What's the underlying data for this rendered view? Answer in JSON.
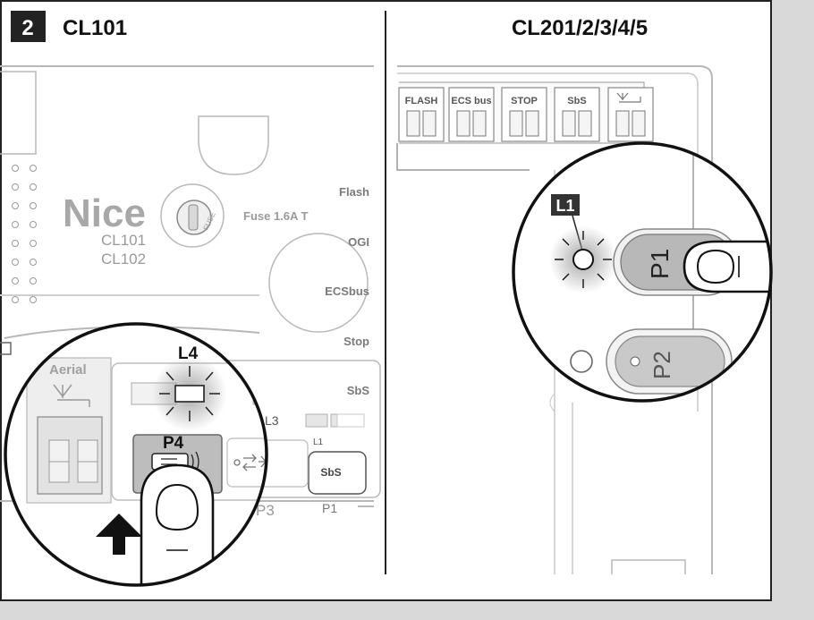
{
  "step_number": "2",
  "left_title": "CL101",
  "right_title": "CL201/2/3/4/5",
  "left_board": {
    "brand": "Nice",
    "model_line_1": "CL101",
    "model_line_2": "CL102",
    "fuse_label": "Fuse 1.6A T",
    "fuse_cap_text": "FUSE",
    "terminals": [
      "Flash",
      "OGI",
      "ECSbus",
      "Stop",
      "SbS"
    ],
    "aerial_label": "Aerial",
    "led_l3": "L3",
    "led_l1": "L1",
    "button_sbs": "SbS",
    "button_p3": "P3",
    "button_p1": "P1",
    "zoom_led": "L4",
    "zoom_button": "P4"
  },
  "right_board": {
    "connectors": [
      "FLASH",
      "ECS bus",
      "STOP",
      "SbS"
    ],
    "zoom_led": "L1",
    "button_p1": "P1",
    "button_p2": "P2"
  },
  "colors": {
    "background": "#d9d9d9",
    "panel": "#ffffff",
    "border": "#222222",
    "board_line": "#b8b8b8",
    "label_gray": "#9a9a9a",
    "badge": "#222222"
  }
}
